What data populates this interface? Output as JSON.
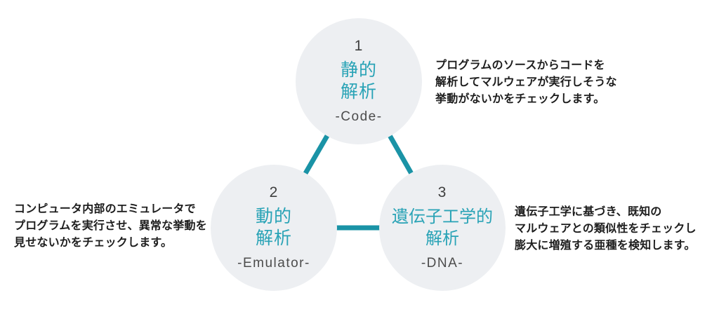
{
  "colors": {
    "circle_fill": "#edeff2",
    "connector_teal": "#1a93a6",
    "title_teal": "#29a3b6",
    "number_gray": "#3e3e3e",
    "sublabel_gray": "#4c4c4c",
    "body_text": "#1d1d1d",
    "background": "#ffffff"
  },
  "circles": [
    {
      "number": "1",
      "title_lines": [
        "静的",
        "解析"
      ],
      "sublabel": "-Code-"
    },
    {
      "number": "2",
      "title_lines": [
        "動的",
        "解析"
      ],
      "sublabel": "-Emulator-"
    },
    {
      "number": "3",
      "title_lines": [
        "遺伝子工学的",
        "解析"
      ],
      "sublabel": "-DNA-"
    }
  ],
  "descriptions": [
    {
      "lines": [
        "プログラムのソースからコードを",
        "解析してマルウェアが実行しそうな",
        "挙動がないかをチェックします。"
      ]
    },
    {
      "lines": [
        "コンピュータ内部のエミュレータで",
        "プログラムを実行させ、異常な挙動を",
        "見せないかをチェックします。"
      ]
    },
    {
      "lines": [
        "遺伝子工学に基づき、既知の",
        "マルウェアとの類似性をチェックし",
        "膨大に増殖する亜種を検知します。"
      ]
    }
  ]
}
